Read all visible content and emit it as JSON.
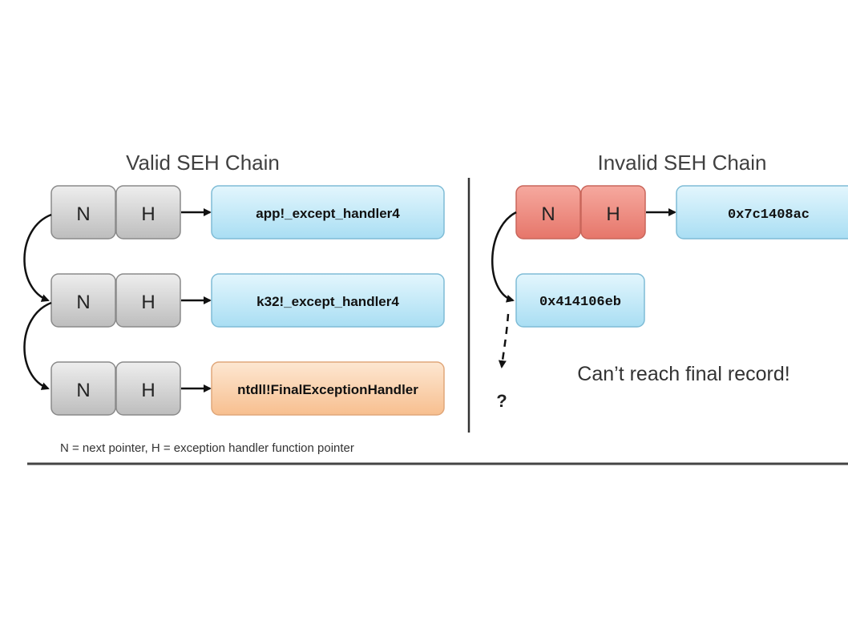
{
  "left_title": "Valid SEH Chain",
  "right_title": "Invalid SEH Chain",
  "valid_records": [
    {
      "n": "N",
      "h": "H",
      "handler": "app!_except_handler4"
    },
    {
      "n": "N",
      "h": "H",
      "handler": "k32!_except_handler4"
    },
    {
      "n": "N",
      "h": "H",
      "handler": "ntdll!FinalExceptionHandler"
    }
  ],
  "invalid_record": {
    "n": "N",
    "h": "H",
    "handler": "0x7c1408ac"
  },
  "invalid_next": "0x414106eb",
  "unknown_marker": "?",
  "cant_reach": "Can’t reach final record!",
  "footnote": "N = next pointer, H = exception handler function pointer",
  "colors": {
    "gray_box": "#cfcfcf",
    "blue_box": "#c8ecf9",
    "orange_box": "#fcd7b4",
    "red_box": "#ef8f83",
    "stroke": "#8a8a8a"
  }
}
